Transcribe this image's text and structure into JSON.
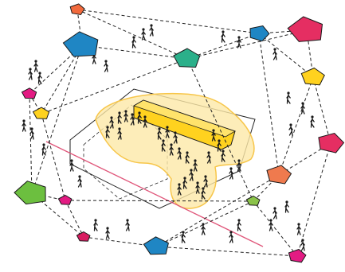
{
  "diagram": {
    "nodes": [
      {
        "id": "n1",
        "shape": "pentagon",
        "color": "#f26a3d"
      },
      {
        "id": "n2",
        "shape": "pentagon",
        "color": "#1f86c4"
      },
      {
        "id": "n3",
        "shape": "pentagon",
        "color": "#2bb08a"
      },
      {
        "id": "n4",
        "shape": "pentagon",
        "color": "#1f86c4"
      },
      {
        "id": "n5",
        "shape": "pentagon",
        "color": "#e52e62"
      },
      {
        "id": "n6",
        "shape": "pentagon",
        "color": "#ffd21f"
      },
      {
        "id": "n7",
        "shape": "pentagon",
        "color": "#e31b83"
      },
      {
        "id": "n8",
        "shape": "pentagon",
        "color": "#ffd21f"
      },
      {
        "id": "n9",
        "shape": "pentagon",
        "color": "#e52e62"
      },
      {
        "id": "n10",
        "shape": "pentagon",
        "color": "#6cbf3f"
      },
      {
        "id": "n11",
        "shape": "pentagon",
        "color": "#ef7a4e"
      },
      {
        "id": "n12",
        "shape": "pentagon",
        "color": "#e31b83"
      },
      {
        "id": "n13",
        "shape": "pentagon",
        "color": "#8bc34a"
      },
      {
        "id": "n14",
        "shape": "pentagon",
        "color": "#d81b60"
      },
      {
        "id": "n15",
        "shape": "pentagon",
        "color": "#1f86c4"
      },
      {
        "id": "n16",
        "shape": "pentagon",
        "color": "#e31b83"
      }
    ],
    "edges": [
      [
        "n1",
        "n2"
      ],
      [
        "n1",
        "n3"
      ],
      [
        "n1",
        "n4"
      ],
      [
        "n2",
        "n3"
      ],
      [
        "n2",
        "n7"
      ],
      [
        "n2",
        "n8"
      ],
      [
        "n3",
        "n4"
      ],
      [
        "n3",
        "n5"
      ],
      [
        "n3",
        "n8"
      ],
      [
        "n4",
        "n5"
      ],
      [
        "n4",
        "n6"
      ],
      [
        "n4",
        "n11"
      ],
      [
        "n5",
        "n6"
      ],
      [
        "n6",
        "n9"
      ],
      [
        "n6",
        "n11"
      ],
      [
        "n7",
        "n8"
      ],
      [
        "n7",
        "n10"
      ],
      [
        "n8",
        "n12"
      ],
      [
        "n9",
        "n11"
      ],
      [
        "n10",
        "n12"
      ],
      [
        "n10",
        "n14"
      ],
      [
        "n11",
        "n13"
      ],
      [
        "n11",
        "n15"
      ],
      [
        "n12",
        "n13"
      ],
      [
        "n12",
        "n14"
      ],
      [
        "n13",
        "n15"
      ],
      [
        "n14",
        "n15"
      ],
      [
        "n15",
        "n16"
      ],
      [
        "n13",
        "n16"
      ],
      [
        "n9",
        "n16"
      ],
      [
        "n3",
        "n13"
      ],
      [
        "n2",
        "n10"
      ]
    ],
    "colors": {
      "building": "#ffd21f",
      "zone_fill": "#fde9a8",
      "zone_stroke": "#f7c64a",
      "path_line": "#e0567a",
      "people": "#1a1a1a",
      "edge": "#222222"
    },
    "people_count_estimate": 60
  }
}
